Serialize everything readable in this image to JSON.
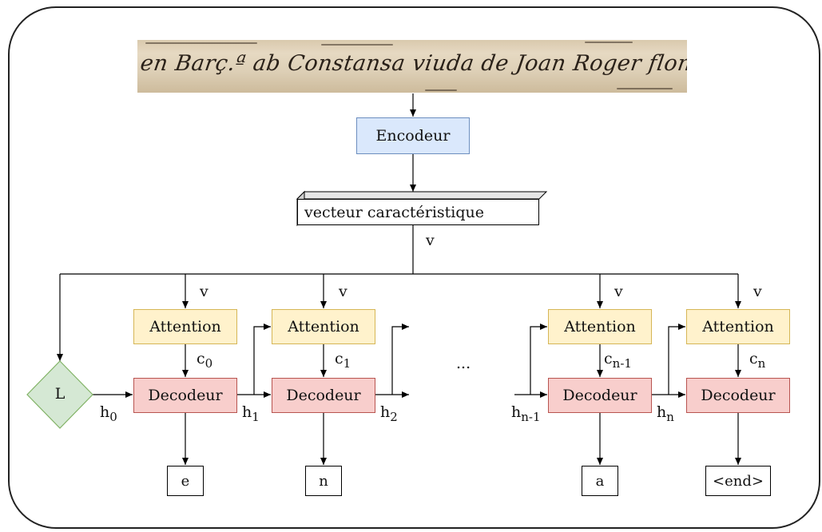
{
  "image": {
    "handwriting_text": "en Barç.ª ab Constansa viuda de Joan Roger floner de Barç.ª"
  },
  "encoder": {
    "label": "Encodeur"
  },
  "feature": {
    "label": "vecteur caractéristique"
  },
  "v_label": "v",
  "loss": {
    "label": "L"
  },
  "attention_label": "Attention",
  "decoder_label": "Decodeur",
  "ellipsis": "...",
  "contexts": [
    {
      "base": "c",
      "sub": "0"
    },
    {
      "base": "c",
      "sub": "1"
    },
    {
      "base": "c",
      "sub": "n-1"
    },
    {
      "base": "c",
      "sub": "n"
    }
  ],
  "hidden": [
    {
      "base": "h",
      "sub": "0"
    },
    {
      "base": "h",
      "sub": "1"
    },
    {
      "base": "h",
      "sub": "2"
    },
    {
      "base": "h",
      "sub": "n-1"
    },
    {
      "base": "h",
      "sub": "n"
    }
  ],
  "outputs": [
    "e",
    "n",
    "a",
    "<end>"
  ],
  "colors": {
    "encoder_fill": "#dae8fc",
    "encoder_stroke": "#6c8ebf",
    "attention_fill": "#fff2cc",
    "attention_stroke": "#d6b656",
    "decoder_fill": "#f8cecc",
    "decoder_stroke": "#b85450",
    "loss_fill": "#d5e8d4",
    "loss_stroke": "#82b366"
  }
}
